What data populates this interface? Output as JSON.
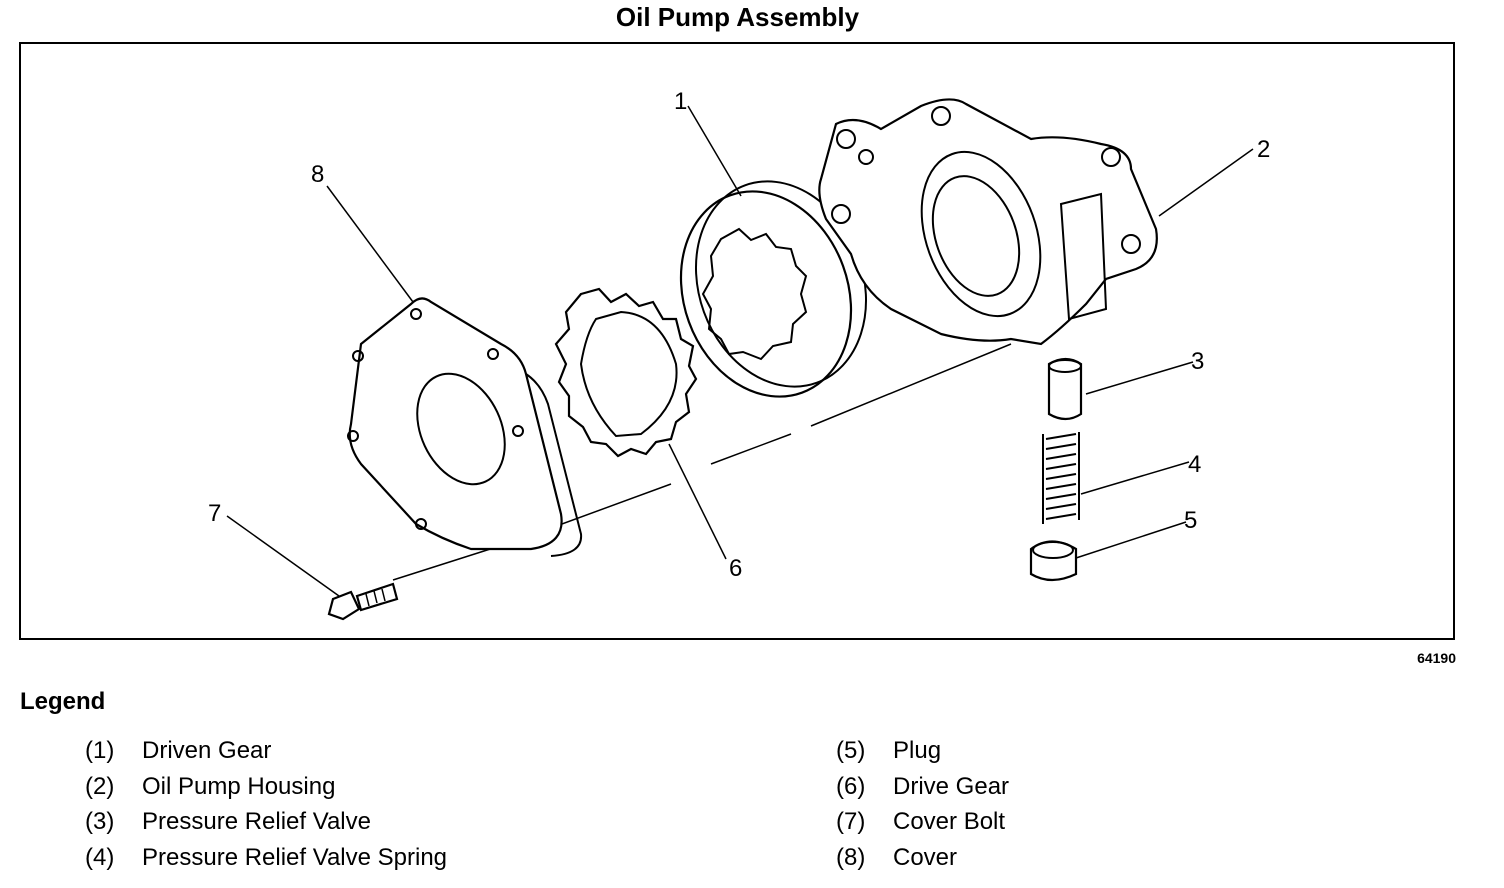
{
  "title": "Oil Pump Assembly",
  "figure_id": "64190",
  "callouts": [
    "1",
    "2",
    "3",
    "4",
    "5",
    "6",
    "7",
    "8"
  ],
  "legend": {
    "title": "Legend",
    "items": [
      {
        "num": "(1)",
        "label": "Driven Gear"
      },
      {
        "num": "(2)",
        "label": "Oil Pump Housing"
      },
      {
        "num": "(3)",
        "label": "Pressure Relief Valve"
      },
      {
        "num": "(4)",
        "label": "Pressure Relief Valve Spring"
      },
      {
        "num": "(5)",
        "label": "Plug"
      },
      {
        "num": "(6)",
        "label": "Drive Gear"
      },
      {
        "num": "(7)",
        "label": "Cover Bolt"
      },
      {
        "num": "(8)",
        "label": "Cover"
      }
    ]
  }
}
